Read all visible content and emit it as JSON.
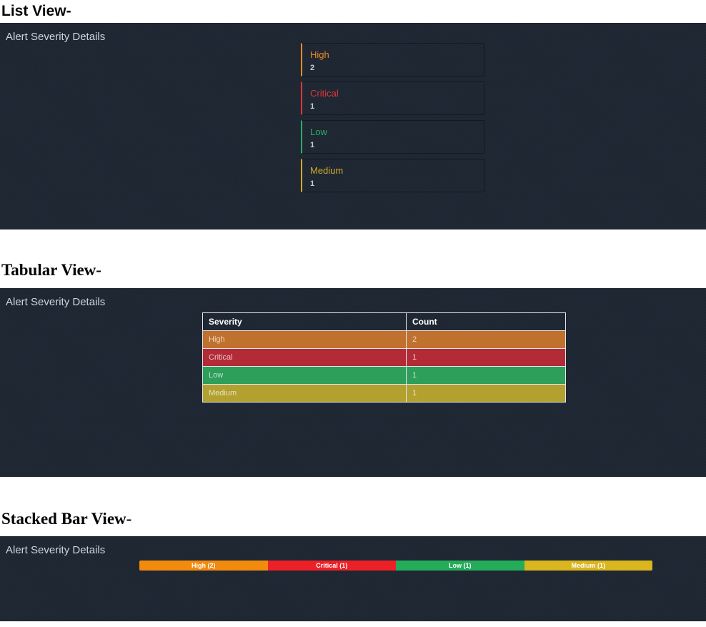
{
  "colors": {
    "panel_bg": "#1e2733",
    "title_text": "#ccd5df",
    "table_border": "#e4e7ec",
    "heading_text": "#050505"
  },
  "headings": {
    "list": "List View-",
    "tabular": "Tabular View-",
    "stacked": "Stacked Bar View-"
  },
  "list_view": {
    "title": "Alert Severity Details",
    "items": [
      {
        "label": "High",
        "count": "2",
        "color": "#ee8c1f"
      },
      {
        "label": "Critical",
        "count": "1",
        "color": "#e23636"
      },
      {
        "label": "Low",
        "count": "1",
        "color": "#2eae60"
      },
      {
        "label": "Medium",
        "count": "1",
        "color": "#d5a826"
      }
    ]
  },
  "tabular_view": {
    "title": "Alert Severity Details",
    "columns": [
      "Severity",
      "Count"
    ],
    "rows": [
      {
        "severity": "High",
        "count": "2",
        "bg": "#c0712d"
      },
      {
        "severity": "Critical",
        "count": "1",
        "bg": "#b42b38"
      },
      {
        "severity": "Low",
        "count": "1",
        "bg": "#2e9e5b"
      },
      {
        "severity": "Medium",
        "count": "1",
        "bg": "#b2a02f"
      }
    ]
  },
  "stacked_view": {
    "title": "Alert Severity Details",
    "segments": [
      {
        "label": "High (2)",
        "color": "#f28a0d"
      },
      {
        "label": "Critical (1)",
        "color": "#ec2127"
      },
      {
        "label": "Low (1)",
        "color": "#24ac5b"
      },
      {
        "label": "Medium (1)",
        "color": "#d9b51e"
      }
    ]
  },
  "chart_data": [
    {
      "type": "table",
      "view": "list",
      "title": "Alert Severity Details",
      "categories": [
        "High",
        "Critical",
        "Low",
        "Medium"
      ],
      "values": [
        2,
        1,
        1,
        1
      ]
    },
    {
      "type": "table",
      "view": "tabular",
      "title": "Alert Severity Details",
      "columns": [
        "Severity",
        "Count"
      ],
      "rows": [
        [
          "High",
          2
        ],
        [
          "Critical",
          1
        ],
        [
          "Low",
          1
        ],
        [
          "Medium",
          1
        ]
      ]
    },
    {
      "type": "bar",
      "view": "stacked-horizontal-bar",
      "title": "Alert Severity Details",
      "stacked": true,
      "orientation": "horizontal",
      "categories": [
        "High",
        "Critical",
        "Low",
        "Medium"
      ],
      "values": [
        2,
        1,
        1,
        1
      ],
      "segment_labels": [
        "High (2)",
        "Critical (1)",
        "Low (1)",
        "Medium (1)"
      ],
      "segment_widths_equal": true,
      "legend_position": "none"
    }
  ]
}
